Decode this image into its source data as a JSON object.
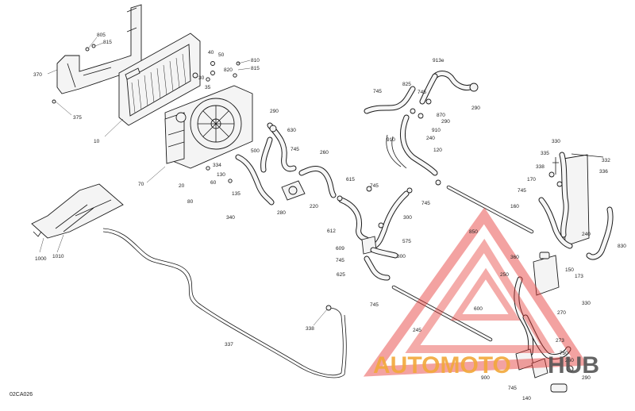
{
  "diagram_code": "02CA026",
  "watermark": {
    "word_left": "AUTOMOTO",
    "word_right": "HUB",
    "color_left": "#f2a83a",
    "color_right": "#555555",
    "triangle_color": "#e53935"
  },
  "callouts": {
    "c370": "370",
    "c375": "375",
    "c805": "805",
    "c815a": "815",
    "c10": "10",
    "c40": "40",
    "c50": "50",
    "c30": "30",
    "c35": "35",
    "c810": "810",
    "c820": "820",
    "c815b": "815",
    "c290a": "290",
    "c630": "630",
    "c500": "500",
    "c745a": "745",
    "c260": "260",
    "c334": "334",
    "c130": "130",
    "c70": "70",
    "c20": "20",
    "c60": "60",
    "c80": "80",
    "c135": "135",
    "c340": "340",
    "c280": "280",
    "c220": "220",
    "c615": "615",
    "c612": "612",
    "c745b": "745",
    "c300": "300",
    "c609": "609",
    "c745c": "745",
    "c575": "575",
    "c800": "800",
    "c625": "625",
    "c745d": "745",
    "c913e": "913e",
    "c745e": "745",
    "c825": "825",
    "c745f": "745",
    "c870": "870",
    "c290b": "290",
    "c290c": "290",
    "c910a": "910",
    "c910b": "910",
    "c240a": "240",
    "c120": "120",
    "c745g": "745",
    "c850": "850",
    "c330a": "330",
    "c335": "335",
    "c338": "338",
    "c332": "332",
    "c336": "336",
    "c170": "170",
    "c745h": "745",
    "c160": "160",
    "c240b": "240",
    "c830": "830",
    "c360": "360",
    "c250": "250",
    "c150": "150",
    "c173": "173",
    "c330b": "330",
    "c270": "270",
    "c600": "600",
    "c245": "245",
    "c273": "273",
    "c750": "750",
    "c260b": "260",
    "c900": "900",
    "c745i": "745",
    "c140": "140",
    "c290d": "290",
    "c1000": "1000",
    "c1010": "1010",
    "c338b": "338",
    "c337": "337"
  }
}
